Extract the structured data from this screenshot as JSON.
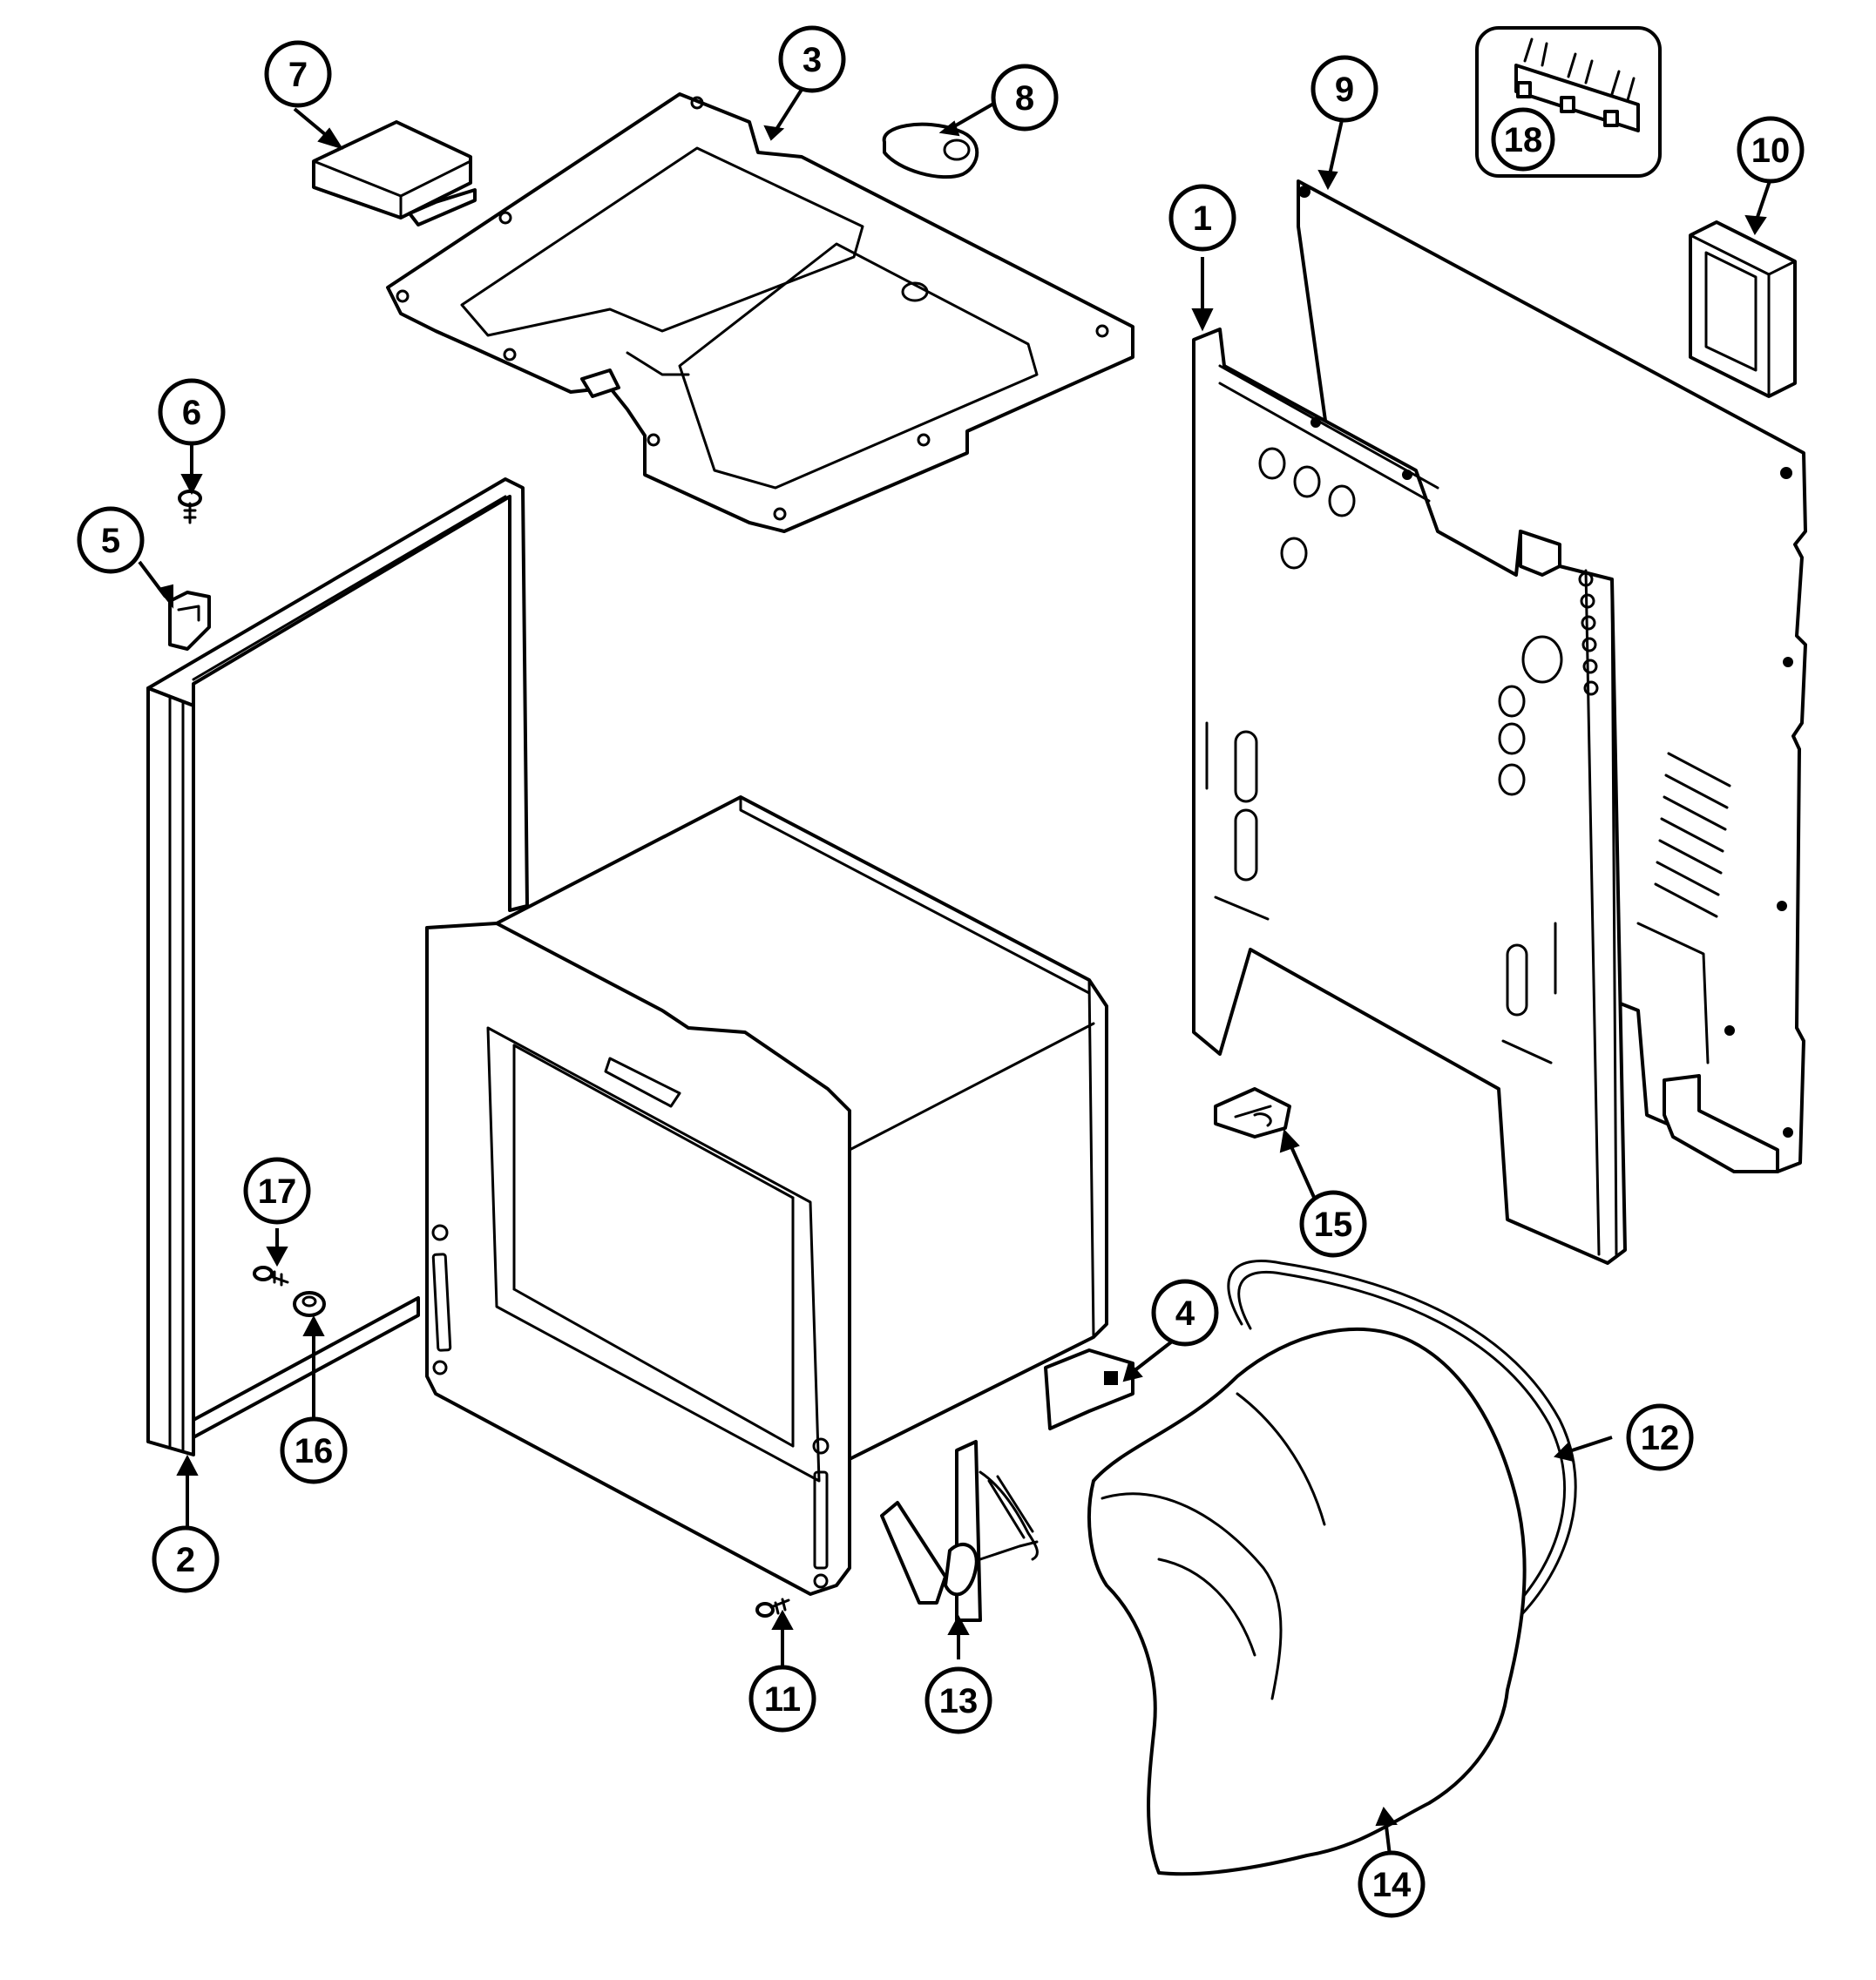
{
  "diagram": {
    "callouts": [
      {
        "number": "1",
        "part": "rear-panel"
      },
      {
        "number": "2",
        "part": "side-panel"
      },
      {
        "number": "3",
        "part": "top-panel"
      },
      {
        "number": "4",
        "part": "bracket"
      },
      {
        "number": "5",
        "part": "clip"
      },
      {
        "number": "6",
        "part": "screw"
      },
      {
        "number": "7",
        "part": "block"
      },
      {
        "number": "8",
        "part": "grommet"
      },
      {
        "number": "9",
        "part": "back-sheet"
      },
      {
        "number": "10",
        "part": "clip"
      },
      {
        "number": "11",
        "part": "screw"
      },
      {
        "number": "12",
        "part": "gasket"
      },
      {
        "number": "13",
        "part": "hinge"
      },
      {
        "number": "14",
        "part": "insulation"
      },
      {
        "number": "15",
        "part": "bracket"
      },
      {
        "number": "16",
        "part": "spacer"
      },
      {
        "number": "17",
        "part": "screw"
      },
      {
        "number": "18",
        "part": "terminal-block"
      }
    ]
  },
  "colors": {
    "line": "#000000",
    "background": "#ffffff"
  }
}
